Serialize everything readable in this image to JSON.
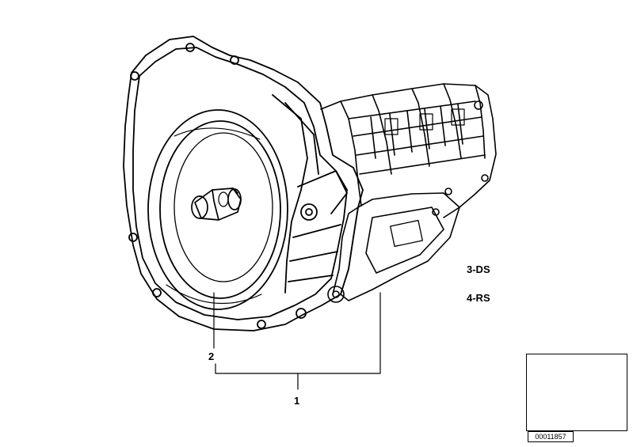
{
  "diagram": {
    "callouts": [
      {
        "id": "2",
        "text": "2"
      },
      {
        "id": "1",
        "text": "1"
      }
    ],
    "variants": {
      "ds": "3-DS",
      "rs": "4-RS"
    },
    "reference_number": "00011857"
  },
  "colors": {
    "line": "#000000",
    "background": "#ffffff"
  }
}
